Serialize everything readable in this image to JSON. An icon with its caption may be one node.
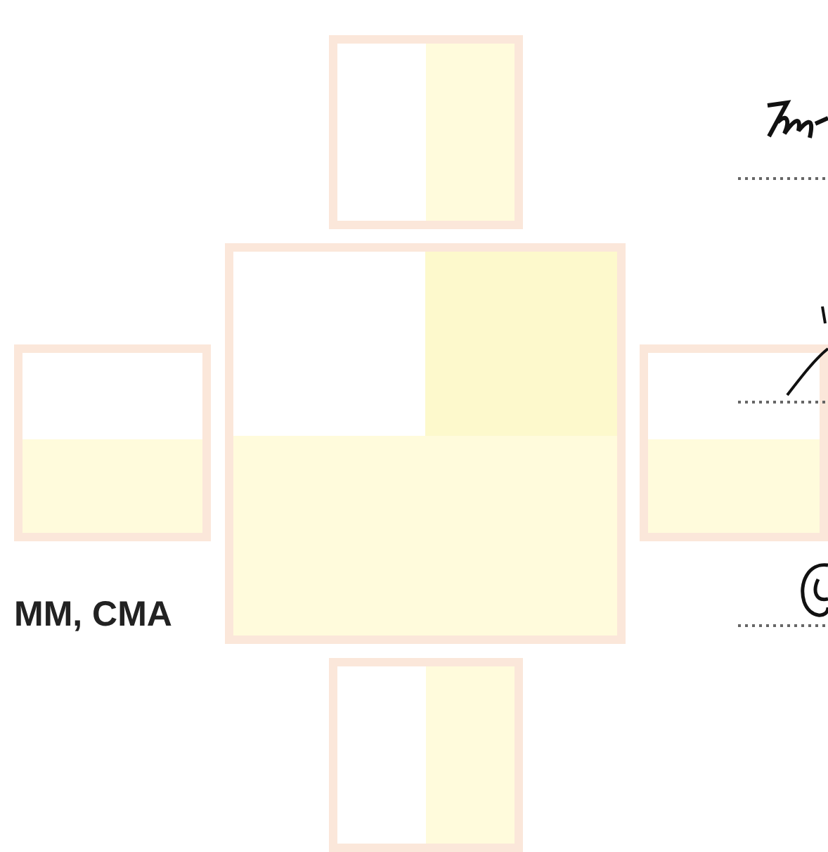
{
  "diagram": {
    "nodes": [
      {
        "text": [],
        "shape": "box"
      },
      {
        "text": [],
        "shape": "box"
      },
      {
        "text": [],
        "shape": "box"
      },
      {
        "text": [],
        "shape": "box"
      },
      {
        "text": [],
        "shape": "box"
      }
    ],
    "labels": [
      "MM, CMA"
    ]
  }
}
